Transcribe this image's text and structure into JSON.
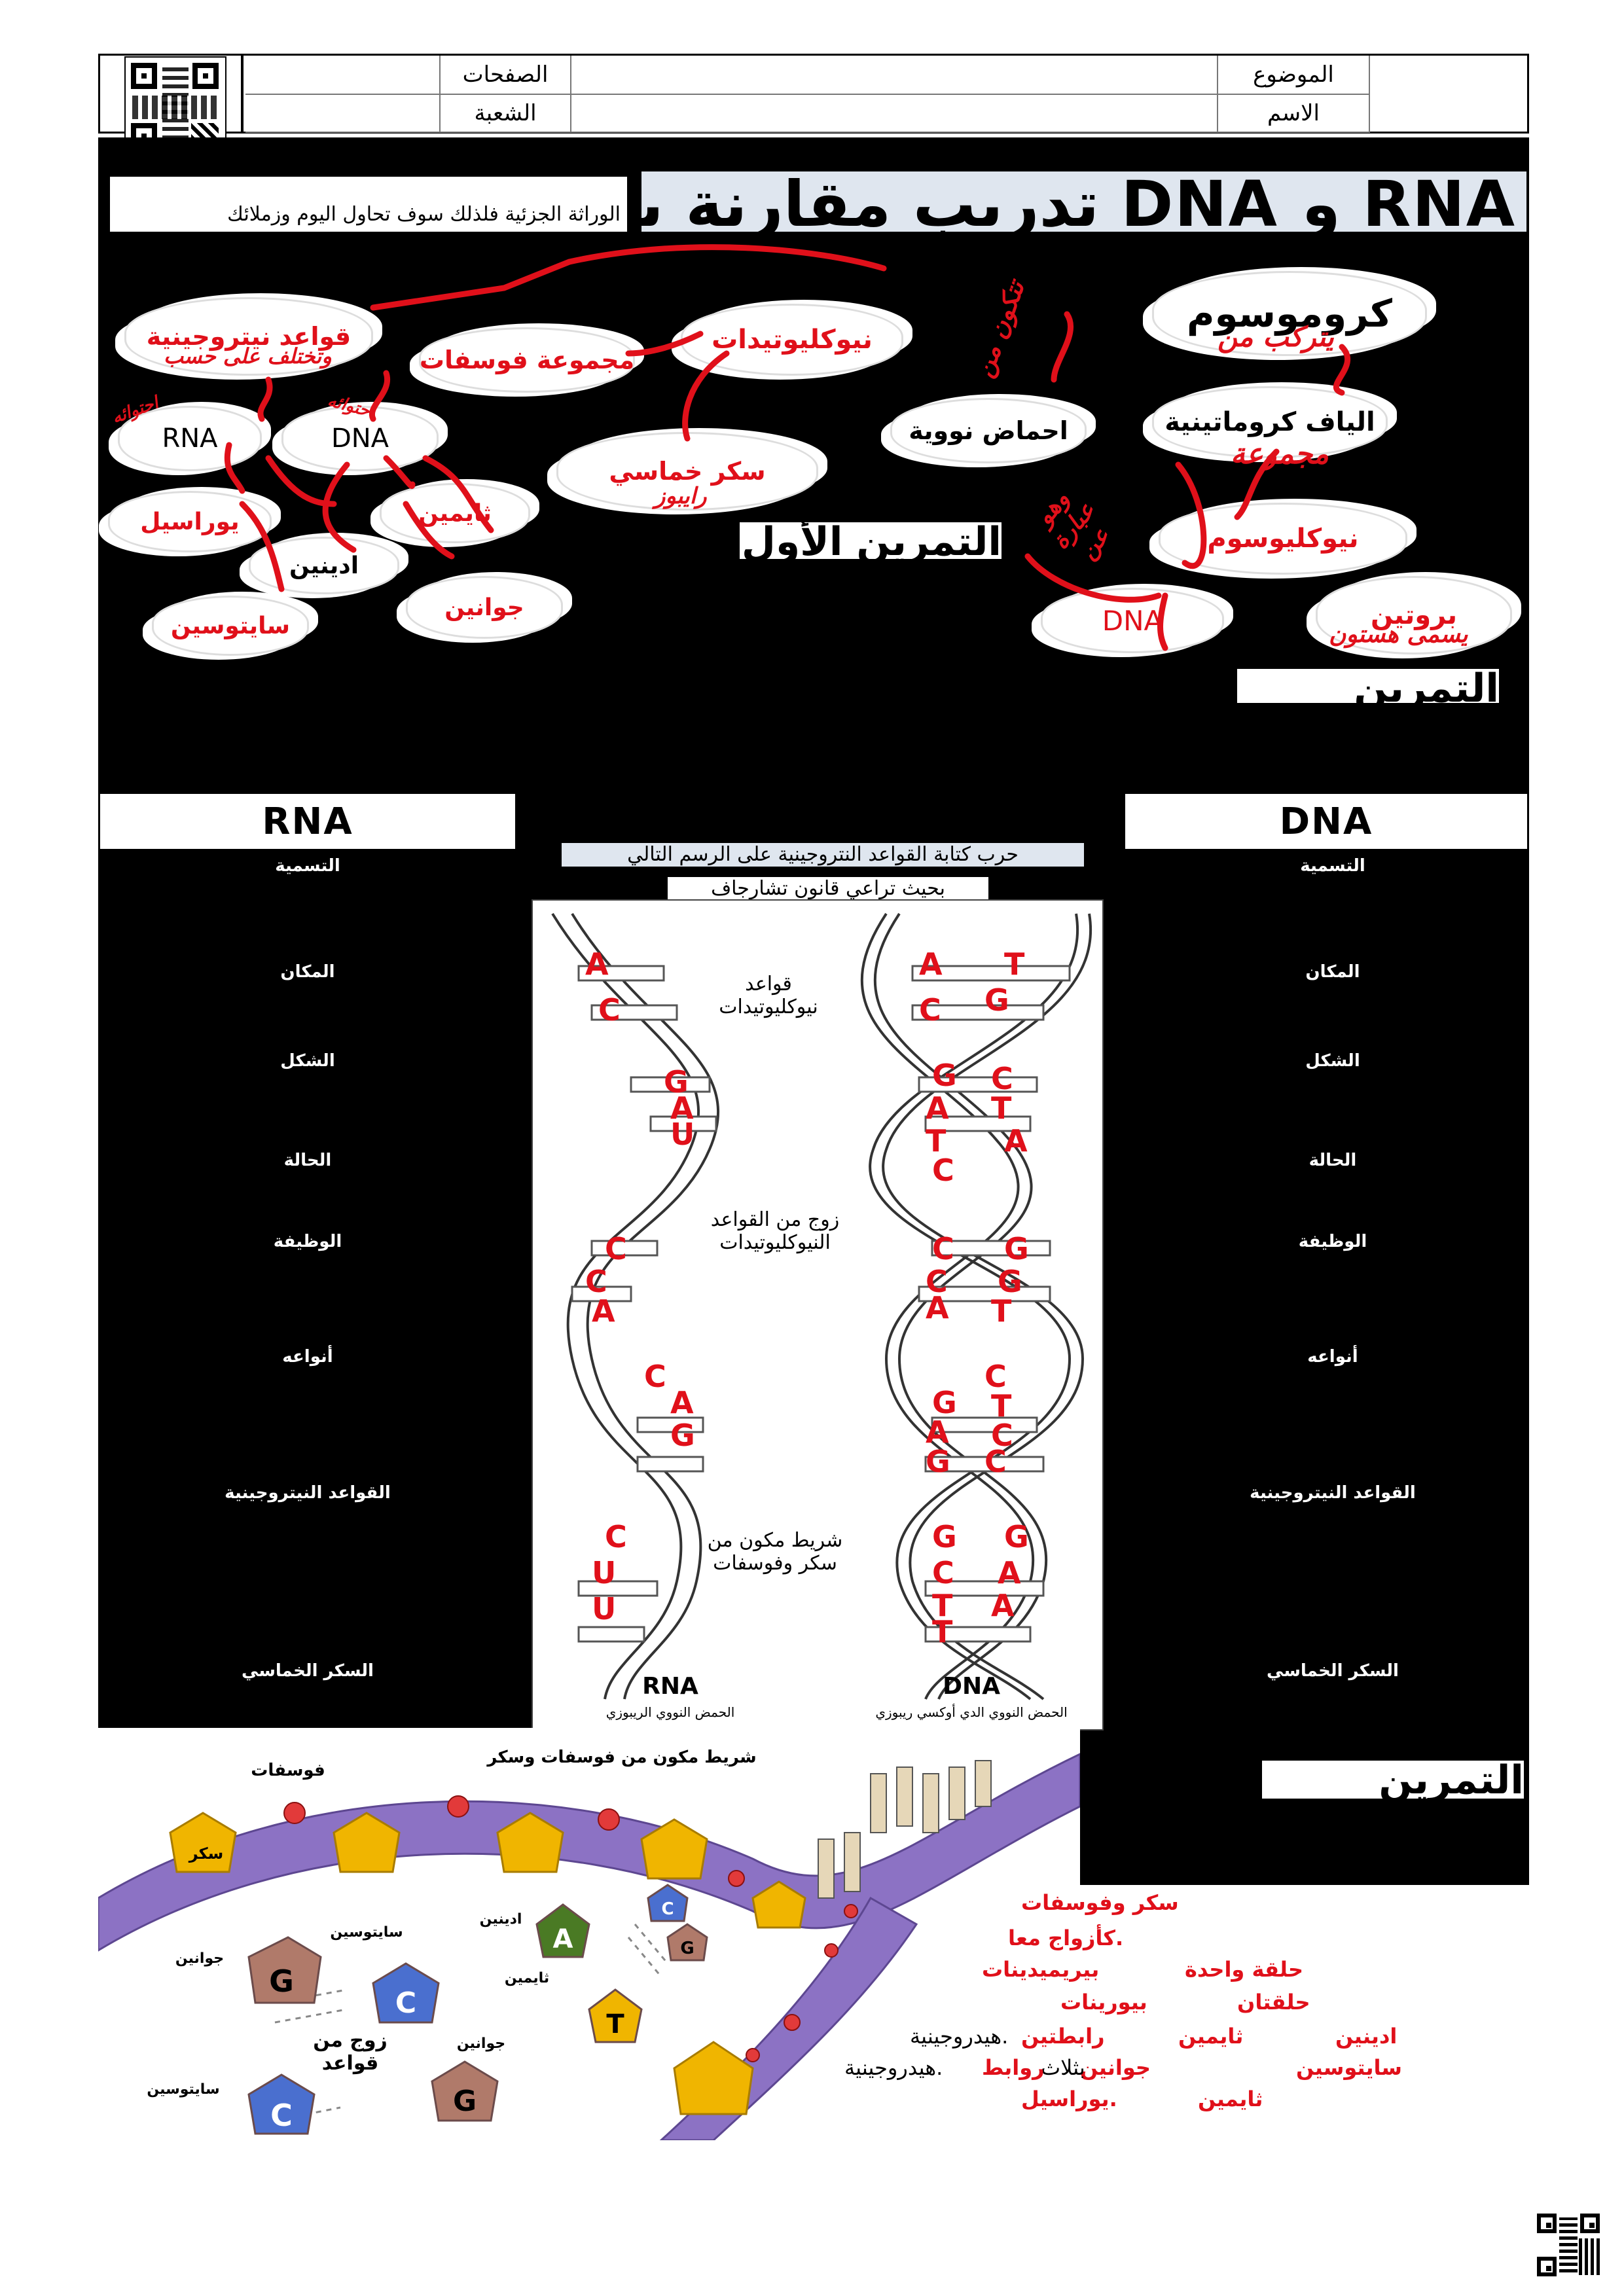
{
  "header": {
    "pages_label": "الصفحات",
    "section_label": "الشعبة",
    "topic_label": "الموضوع",
    "name_label": "الاسم"
  },
  "title": {
    "main": "تدريب مقارنة بين DNA و RNA",
    "intro": "الوراثة الجزئية فلذلك سوف تحاول اليوم وزملائك"
  },
  "exercises": {
    "first": "التمرين الأول",
    "second": "التمرين الثاني",
    "third": "التمرين الثالث"
  },
  "concept_map": {
    "chromosome": "كروموسوم",
    "chromatin": "الياف كروماتينية",
    "nucleosome": "نيوكليوسوم",
    "protein": "بروتين",
    "dna_bottom": "DNA",
    "nucleic_acids": "احماض نووية",
    "nucleotides": "نيوكليوتيدات",
    "phosphate": "مجموعة فوسفات",
    "pentose": "سكر خماسي",
    "nitrogen_bases": "قواعد نيتروجينية",
    "rna": "RNA",
    "dna": "DNA",
    "uracil": "يوراسيل",
    "adenine": "ادينين",
    "thymine": "ثايمين",
    "cytosine": "سايتوسين",
    "guanine": "جوانين"
  },
  "handwriting": {
    "made_of": "يتركب من",
    "group": "مجموعة",
    "histone": "يسمى هستون",
    "consist_of": "تتكون من",
    "which_is": "وهو عبارة عن",
    "differ": "وتختلف على حسب",
    "ribose": "رايبوز",
    "contains_rna": "احتوائه",
    "contains_dna": "احتوائه"
  },
  "comparison": {
    "title_prefix": "مقارنة بين الـ",
    "title_dna": "DNA",
    "title_mid": "والـ",
    "title_rna": "RNA",
    "col_rna": "RNA",
    "col_dna": "DNA",
    "rows": [
      "التسمية",
      "المكان",
      "الشكل",
      "الحالة",
      "الوظيفة",
      "أنواعه",
      "القواعد النيتروجينية",
      "السكر الخماسي"
    ],
    "instruction_1": "حرب كتابة القواعد النتروجينية على الرسم التالي",
    "instruction_2": "بحيث تراعي قانون تشارجاف"
  },
  "dna_figure": {
    "label_bases": "قواعد نيوكليوتيدات",
    "label_pair": "زوج من القواعد النيوكليوتيدات",
    "label_strand": "شريط مكون من سكر وفوسفات",
    "rna_caption": "RNA",
    "rna_sub": "الحمض النووي الريبوزي",
    "dna_caption": "DNA",
    "dna_sub": "الحمض النووي الدي أوكسي ريبوزي",
    "rna_bases": [
      "A",
      "C",
      "G",
      "A",
      "U",
      "C",
      "C",
      "A",
      "C",
      "A",
      "G",
      "C",
      "U",
      "U"
    ],
    "dna_left": [
      "A",
      "C",
      "G",
      "A",
      "T",
      "C",
      "C",
      "C",
      "A",
      "G",
      "A",
      "G",
      "G",
      "C",
      "T",
      "T"
    ],
    "dna_right": [
      "T",
      "G",
      "C",
      "T",
      "A",
      "G",
      "G",
      "T",
      "C",
      "T",
      "C",
      "C",
      "G",
      "A",
      "A"
    ]
  },
  "helix_figure": {
    "phosphate": "فوسفات",
    "strand": "شريط مكون من فوسفات وسكر",
    "sugar": "سكر",
    "guanine": "جوانين",
    "cytosine": "سايتوسين",
    "adenine": "ادينين",
    "thymine": "ثايمين",
    "pair": "زوج من قواعد",
    "letters": [
      "G",
      "C",
      "A",
      "T",
      "G",
      "C",
      "C",
      "G"
    ]
  },
  "answers": {
    "line1": "سكر وفوسفات",
    "line2_a": "كأزواج معا.",
    "line3_a": "حلقة واحدة",
    "line3_b": "بيريميدينات",
    "line4_a": "حلقتان",
    "line4_b": "بيورينات",
    "line5_a": "ادينين",
    "line5_b": "ثايمين",
    "line5_c": "رابطتين",
    "line5_d": "هيدروجينية.",
    "line6_a": "سايتوسين",
    "line6_b": "جوانين",
    "line6_c": "بثلاث",
    "line6_d": "روابط",
    "line6_e": "هيدروجينية.",
    "line7_a": "ثايمين",
    "line7_b": "يوراسيل."
  }
}
